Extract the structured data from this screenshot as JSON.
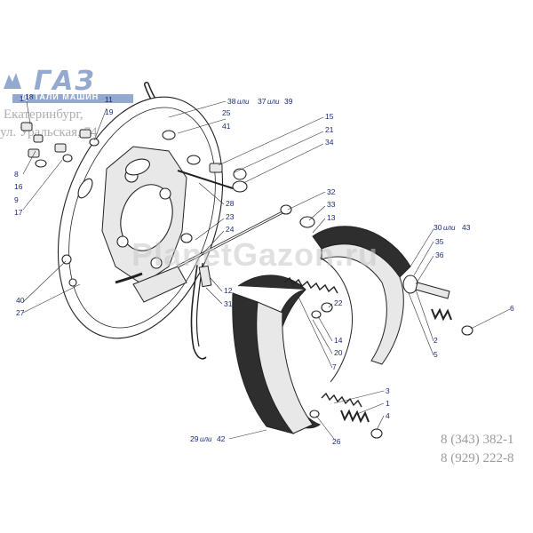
{
  "logo": {
    "brand": "ГАЗ",
    "tagline": "ДЕТАЛИ МАШИН",
    "city": "Екатеринбург,",
    "street": "ул. Уральская, 74"
  },
  "watermark": "PlanetGazon.ru",
  "phones": [
    "8 (343) 382-1",
    "8 (929) 222-8"
  ],
  "callouts": {
    "c1": "1",
    "c18": "18",
    "c11": "11",
    "c19": "19",
    "c8": "8",
    "c16": "16",
    "c9": "9",
    "c17": "17",
    "c38": "38",
    "c37": "37",
    "c39": "39",
    "c25": "25",
    "c41": "41",
    "c15": "15",
    "c21": "21",
    "c34": "34",
    "c28": "28",
    "c23": "23",
    "c24": "24",
    "c32": "32",
    "c33": "33",
    "c13": "13",
    "c30": "30",
    "c43": "43",
    "c35": "35",
    "c36": "36",
    "c40": "40",
    "c27": "27",
    "c12": "12",
    "c31": "31",
    "c6": "6",
    "c22": "22",
    "c14": "14",
    "c20": "20",
    "c7": "7",
    "c2": "2",
    "c5": "5",
    "c3": "3",
    "c1b": "1",
    "c4": "4",
    "c29": "29",
    "c42": "42",
    "c26": "26"
  },
  "or_word": "или"
}
